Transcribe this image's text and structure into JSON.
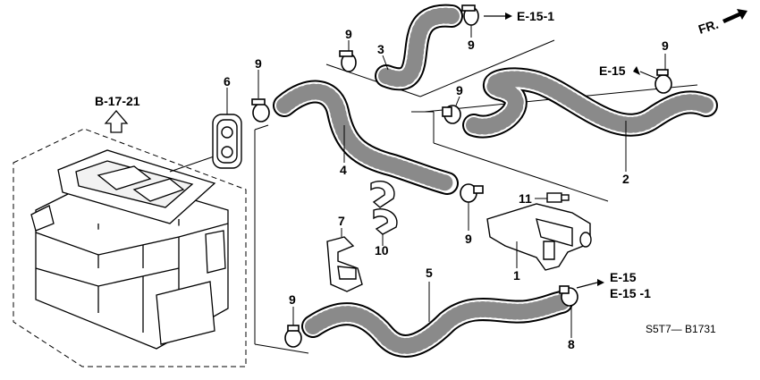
{
  "diagram": {
    "direction_label": "FR.",
    "drawing_code": "S5T7— B1731",
    "reference_labels": {
      "b_17_21": "B-17-21",
      "e_15_1_top": "E-15-1",
      "e_15_right": "E-15",
      "e_15_bottom": "E-15",
      "e_15_1_bottom": "E-15 -1"
    },
    "part_numbers": {
      "p1": "1",
      "p2": "2",
      "p3": "3",
      "p4": "4",
      "p5": "5",
      "p6": "6",
      "p7": "7",
      "p8": "8",
      "p9_top": "9",
      "p9_left": "9",
      "p9_upper_mid": "9",
      "p9_right": "9",
      "p9_mid": "9",
      "p9_lower_mid": "9",
      "p9_bottom": "9",
      "p10": "10",
      "p11": "11"
    }
  }
}
